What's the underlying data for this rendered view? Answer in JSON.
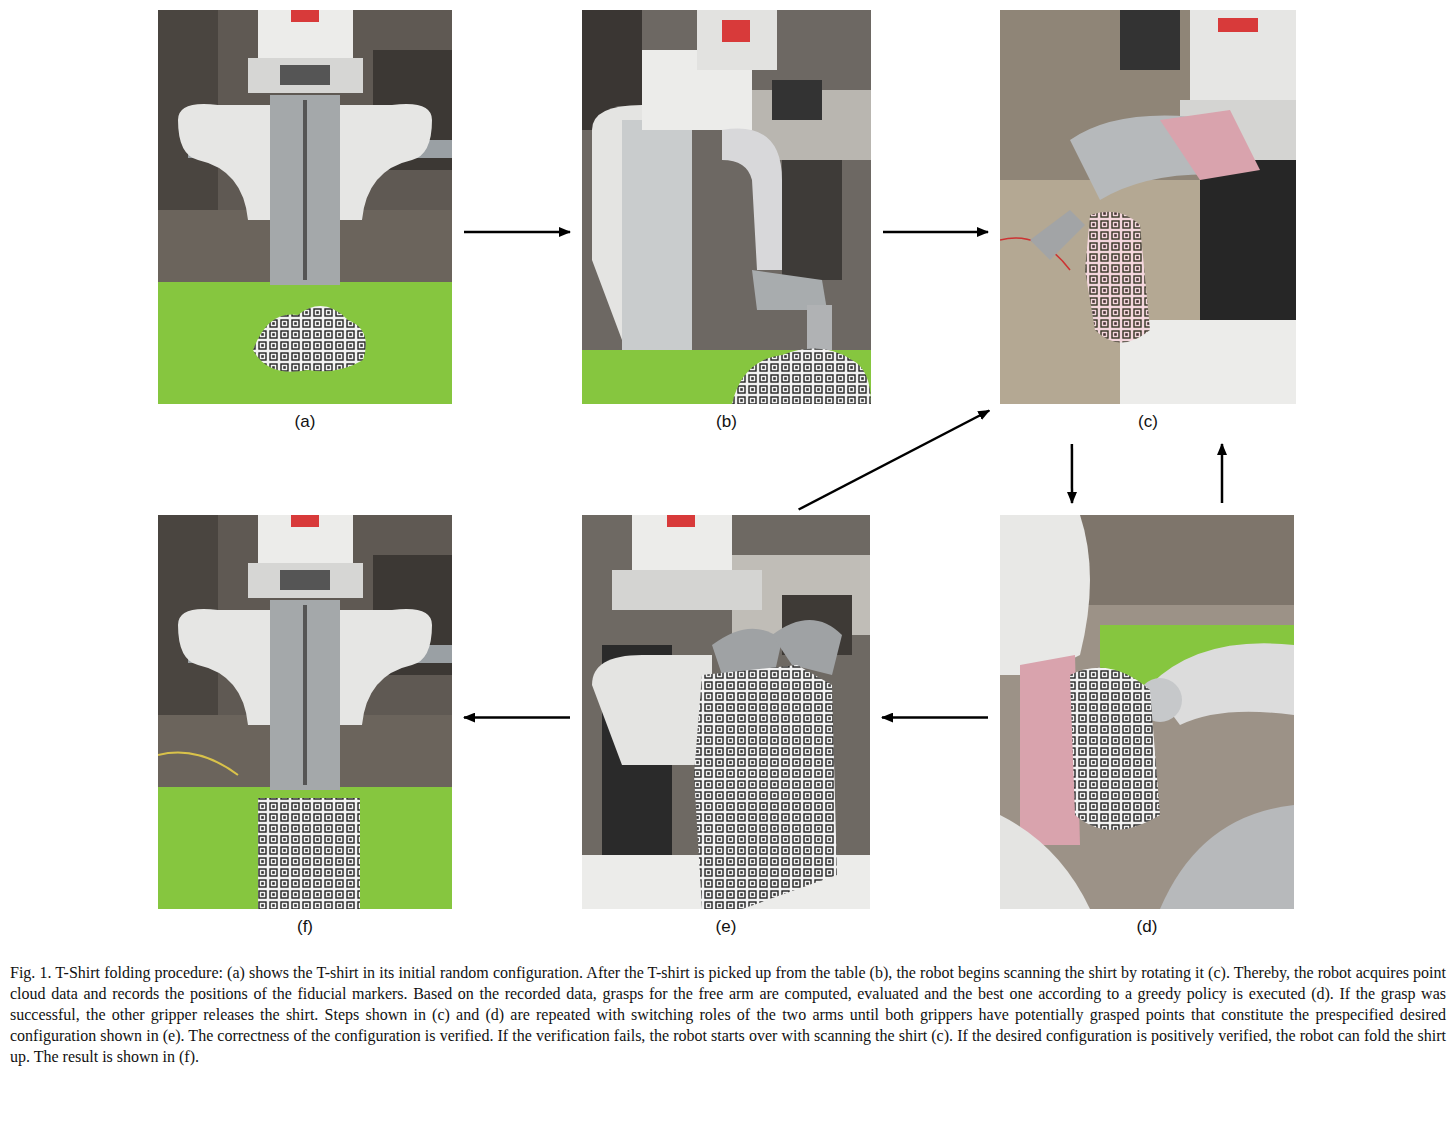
{
  "diagram": {
    "caption": "Fig. 1. T-Shirt folding procedure: (a) shows the T-shirt in its initial random configuration. After the T-shirt is picked up from the table (b), the robot begins scanning the shirt by rotating it (c). Thereby, the robot acquires point cloud data and records the positions of the fiducial markers. Based on the recorded data, grasps for the free arm are computed, evaluated and the best one according to a greedy policy is executed (d). If the grasp was successful, the other gripper releases the shirt. Steps shown in (c) and (d) are repeated with switching roles of the two arms until both grippers have potentially grasped points that constitute the prespecified desired configuration shown in (e). The correctness of the configuration is verified. If the verification fails, the robot starts over with scanning the shirt (c). If the desired configuration is positively verified, the robot can fold the shirt up. The result is shown in (f).",
    "nodes": [
      {
        "text": [
          "(a)"
        ]
      },
      {
        "text": [
          "(b)"
        ]
      },
      {
        "text": [
          "(c)"
        ]
      },
      {
        "text": [
          "(d)"
        ]
      },
      {
        "text": [
          "(e)"
        ]
      },
      {
        "text": [
          "(f)"
        ]
      }
    ],
    "edges": [
      {
        "from": 0,
        "to": 1,
        "arrow": "to"
      },
      {
        "from": 1,
        "to": 2,
        "arrow": "to"
      },
      {
        "from": 2,
        "to": 3,
        "arrow": "to"
      },
      {
        "from": 3,
        "to": 2,
        "arrow": "to"
      },
      {
        "from": 3,
        "to": 4,
        "arrow": "to"
      },
      {
        "from": 4,
        "to": 2,
        "arrow": "to"
      },
      {
        "from": 4,
        "to": 5,
        "arrow": "to"
      }
    ]
  }
}
